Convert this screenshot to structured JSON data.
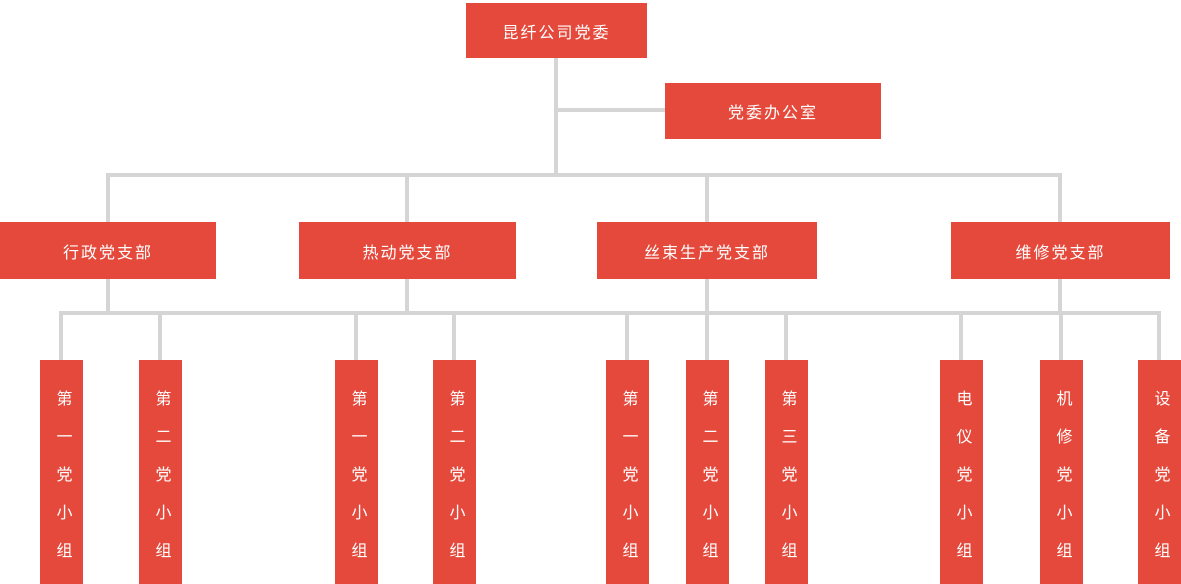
{
  "org": {
    "root": {
      "label": "昆纤公司党委"
    },
    "office": {
      "label": "党委办公室"
    },
    "branches": [
      {
        "label": "行政党支部",
        "children": [
          "第一党小组",
          "第二党小组"
        ]
      },
      {
        "label": "热动党支部",
        "children": [
          "第一党小组",
          "第二党小组"
        ]
      },
      {
        "label": "丝束生产党支部",
        "children": [
          "第一党小组",
          "第二党小组",
          "第三党小组"
        ]
      },
      {
        "label": "维修党支部",
        "children": [
          "电仪党小组",
          "机修党小组",
          "设备党小组"
        ]
      }
    ],
    "colors": {
      "node": "#e4493c",
      "connector": "#d5d5d5",
      "text": "#ffffff"
    }
  }
}
